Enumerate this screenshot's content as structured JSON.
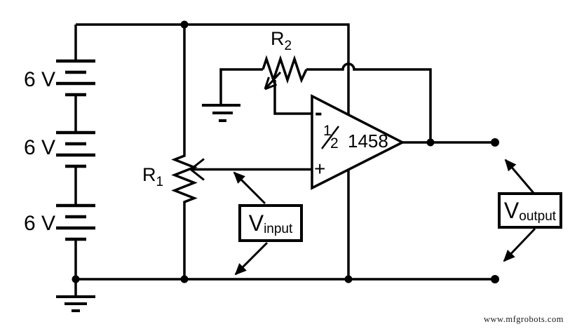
{
  "page": {
    "background": "#ffffff",
    "line_color": "#000000"
  },
  "batteries": [
    {
      "label": "6 V"
    },
    {
      "label": "6 V"
    },
    {
      "label": "6 V"
    }
  ],
  "resistors": {
    "r1": {
      "name": "R",
      "sub": "1"
    },
    "r2": {
      "name": "R",
      "sub": "2"
    }
  },
  "opamp": {
    "inverting_label": "-",
    "noninverting_label": "+",
    "half_numerator": "1",
    "half_denominator": "2",
    "part_number": "1458"
  },
  "terminals": {
    "input": {
      "main": "V",
      "sub": "input"
    },
    "output": {
      "main": "V",
      "sub": "output"
    }
  },
  "watermark": "www.mfgrobots.com"
}
